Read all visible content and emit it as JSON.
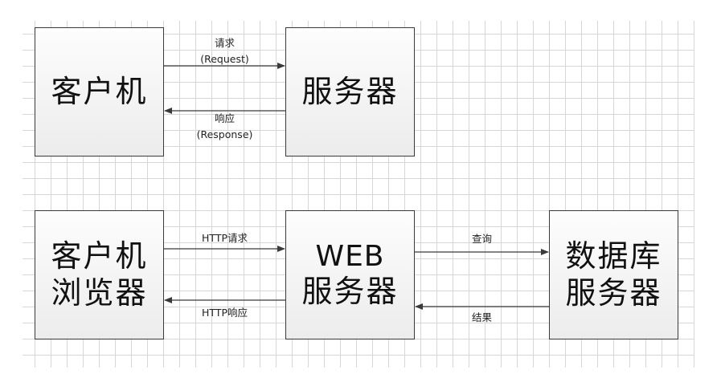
{
  "diagram": {
    "top_row": {
      "client": {
        "lines": [
          "客户机"
        ]
      },
      "server": {
        "lines": [
          "服务器"
        ]
      },
      "request": {
        "label": "请求",
        "sublabel": "(Request)",
        "direction": "client-to-server"
      },
      "response": {
        "label": "响应",
        "sublabel": "(Response)",
        "direction": "server-to-client"
      }
    },
    "bottom_row": {
      "browser": {
        "lines": [
          "客户机",
          "浏览器"
        ]
      },
      "web_server": {
        "lines": [
          "WEB",
          "服务器"
        ]
      },
      "db_server": {
        "lines": [
          "数据库",
          "服务器"
        ]
      },
      "http_request": {
        "label": "HTTP请求",
        "direction": "browser-to-web"
      },
      "http_response": {
        "label": "HTTP响应",
        "direction": "web-to-browser"
      },
      "query": {
        "label": "查询",
        "direction": "web-to-db"
      },
      "result": {
        "label": "结果",
        "direction": "db-to-web"
      }
    },
    "colors": {
      "stroke": "#3a3a3a",
      "grid": "#d6d6d6",
      "box_fill_top": "#fdfdfd",
      "box_fill_bottom": "#ececec"
    }
  }
}
